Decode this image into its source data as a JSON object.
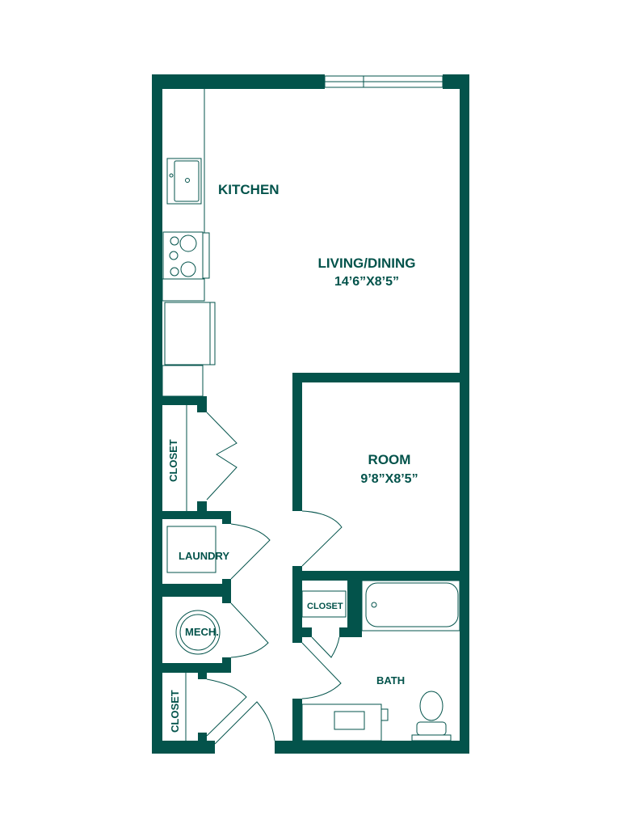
{
  "floorplan": {
    "wall_color": "#03534B",
    "rooms": {
      "kitchen": {
        "name": "KITCHEN"
      },
      "living": {
        "name": "LIVING/DINING",
        "dimensions": "14’6”X8’5”"
      },
      "room": {
        "name": "ROOM",
        "dimensions": "9’8”X8’5”"
      },
      "closet_top": {
        "name": "CLOSET"
      },
      "laundry": {
        "name": "LAUNDRY"
      },
      "mech": {
        "name": "MECH."
      },
      "closet_bottom": {
        "name": "CLOSET"
      },
      "bath_closet": {
        "name": "CLOSET"
      },
      "bath": {
        "name": "BATH"
      }
    }
  }
}
